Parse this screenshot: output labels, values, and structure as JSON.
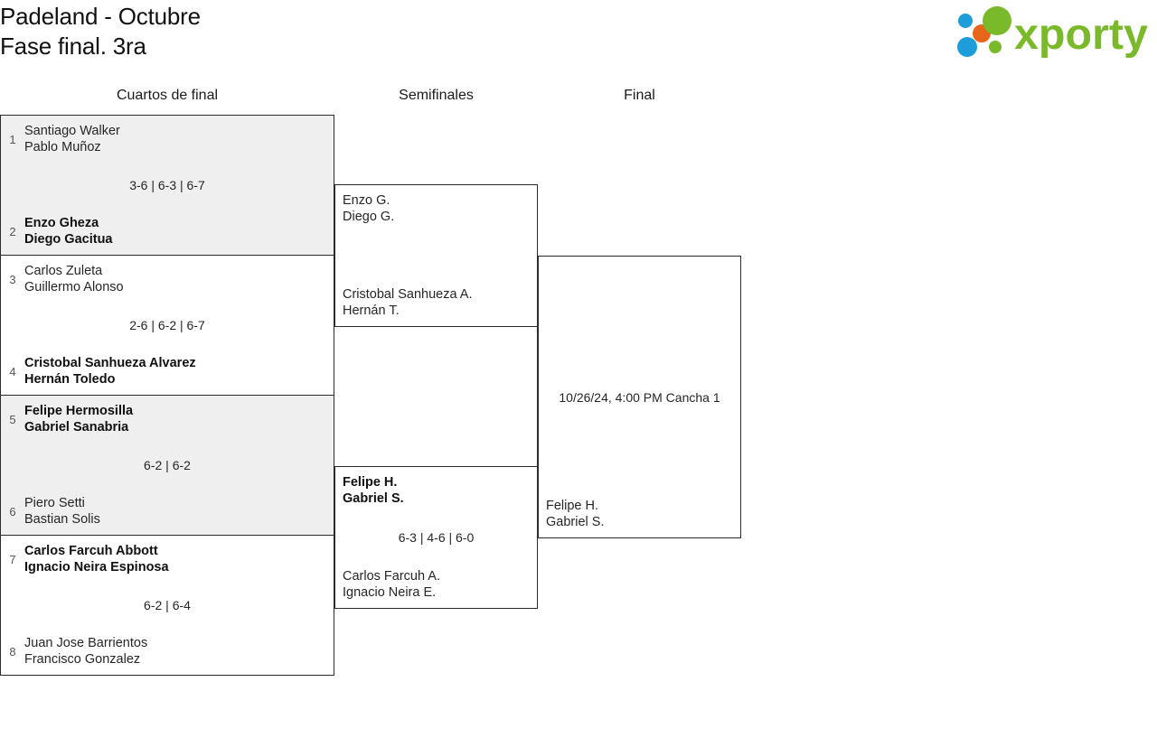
{
  "header": {
    "title_line1": "Padeland - Octubre",
    "title_line2": "Fase final. 3ra",
    "logo_text": "xporty"
  },
  "columns": {
    "round1_label": "Cuartos de final",
    "round2_label": "Semifinales",
    "round3_label": "Final"
  },
  "rounds": {
    "quarterfinals": [
      {
        "top": {
          "seed": "1",
          "player1": "Santiago Walker",
          "player2": "Pablo Muñoz",
          "winner": false
        },
        "bottom": {
          "seed": "2",
          "player1": "Enzo Gheza",
          "player2": "Diego Gacitua",
          "winner": true
        },
        "score": "3-6 | 6-3 | 6-7"
      },
      {
        "top": {
          "seed": "3",
          "player1": "Carlos Zuleta",
          "player2": "Guillermo Alonso",
          "winner": false
        },
        "bottom": {
          "seed": "4",
          "player1": "Cristobal Sanhueza Alvarez",
          "player2": "Hernán Toledo",
          "winner": true
        },
        "score": "2-6 | 6-2 | 6-7"
      },
      {
        "top": {
          "seed": "5",
          "player1": "Felipe Hermosilla",
          "player2": "Gabriel Sanabria",
          "winner": true
        },
        "bottom": {
          "seed": "6",
          "player1": "Piero Setti",
          "player2": "Bastian Solis",
          "winner": false
        },
        "score": "6-2 | 6-2"
      },
      {
        "top": {
          "seed": "7",
          "player1": "Carlos Farcuh Abbott",
          "player2": "Ignacio Neira Espinosa",
          "winner": true
        },
        "bottom": {
          "seed": "8",
          "player1": "Juan Jose Barrientos",
          "player2": "Francisco Gonzalez",
          "winner": false
        },
        "score": "6-2 | 6-4"
      }
    ],
    "semifinals": [
      {
        "top": {
          "player1": "Enzo G.",
          "player2": "Diego G.",
          "winner": false
        },
        "bottom": {
          "player1": "Cristobal Sanhueza A.",
          "player2": "Hernán T.",
          "winner": false
        },
        "score": ""
      },
      {
        "top": {
          "player1": "Felipe H.",
          "player2": "Gabriel S.",
          "winner": true
        },
        "bottom": {
          "player1": "Carlos Farcuh A.",
          "player2": "Ignacio Neira E.",
          "winner": false
        },
        "score": "6-3 | 4-6 | 6-0"
      }
    ],
    "final": {
      "top": {
        "player1": "",
        "player2": "",
        "winner": false
      },
      "bottom": {
        "player1": "Felipe H.",
        "player2": "Gabriel S.",
        "winner": false
      },
      "score": "10/26/24, 4:00 PM Cancha 1"
    }
  },
  "colors": {
    "logo_green": "#7ab929",
    "logo_blue": "#1d9dd9",
    "logo_orange": "#e8661a",
    "row_alt_background": "#efefef",
    "border": "#2b2b2b"
  }
}
